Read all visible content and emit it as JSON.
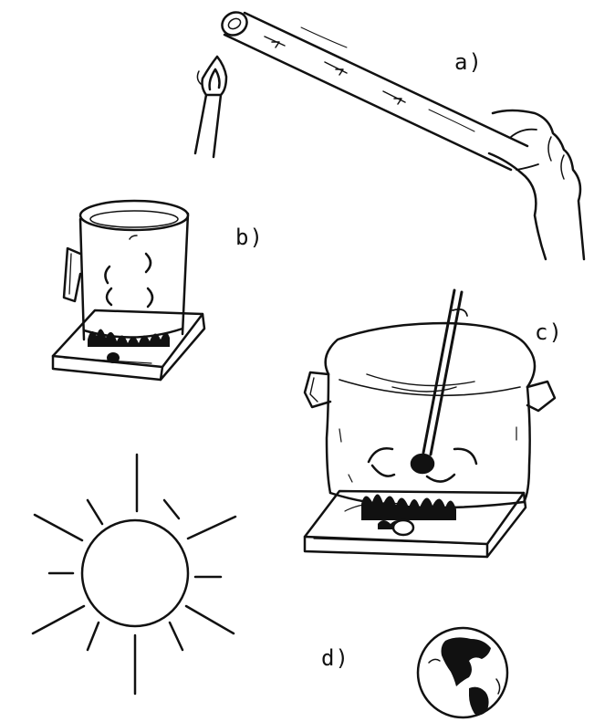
{
  "labels": {
    "a": "a)",
    "b": "b)",
    "c": "c)",
    "d": "d)"
  },
  "icons": {
    "a": [
      "metal-rod-icon",
      "candle-flame-icon",
      "hand-icon"
    ],
    "b": [
      "cup-on-stove-icon"
    ],
    "c": [
      "pot-on-stove-icon",
      "stirring-spoon-icon"
    ],
    "d": [
      "sun-icon",
      "earth-globe-icon"
    ]
  },
  "colors": {
    "ink": "#111111",
    "paper": "#ffffff"
  }
}
